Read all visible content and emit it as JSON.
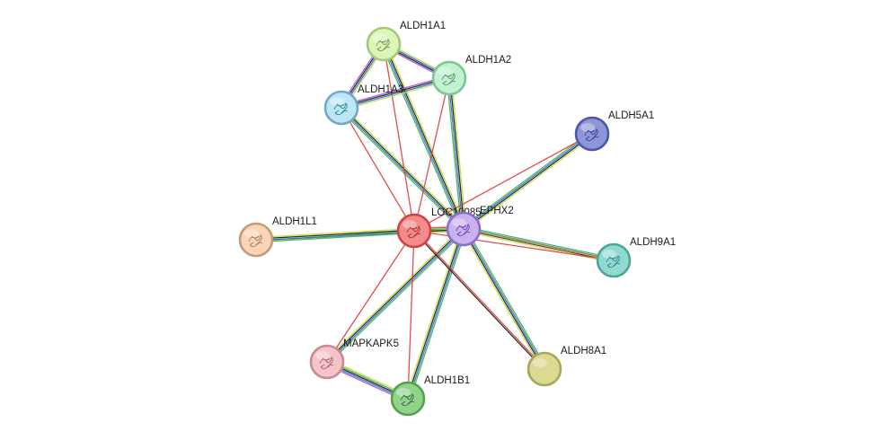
{
  "network": {
    "nodes": [
      {
        "id": "LOC100859",
        "label": "LOC10085",
        "fill": "#f28b8b",
        "stroke": "#cc4444",
        "glyph": "#a83232"
      },
      {
        "id": "EPHX2",
        "label": "EPHX2",
        "fill": "#c8b2ef",
        "stroke": "#8f6cc8",
        "glyph": "#6c41b8"
      },
      {
        "id": "ALDH1A1",
        "label": "ALDH1A1",
        "fill": "#dcf5b8",
        "stroke": "#a5c97a",
        "glyph": "#7a8f55"
      },
      {
        "id": "ALDH1A2",
        "label": "ALDH1A2",
        "fill": "#c2f2d2",
        "stroke": "#7cc695",
        "glyph": "#4f9a6a"
      },
      {
        "id": "ALDH1A3",
        "label": "ALDH1A3",
        "fill": "#bfe6f7",
        "stroke": "#73a8c6",
        "glyph": "#1f8f7a"
      },
      {
        "id": "ALDH5A1",
        "label": "ALDH5A1",
        "fill": "#8f95d9",
        "stroke": "#4e57a8",
        "glyph": "#3b3f9a"
      },
      {
        "id": "ALDH1L1",
        "label": "ALDH1L1",
        "fill": "#f8d5b6",
        "stroke": "#c39b78",
        "glyph": "#b07a60"
      },
      {
        "id": "ALDH9A1",
        "label": "ALDH9A1",
        "fill": "#8fdbcf",
        "stroke": "#4fa597",
        "glyph": "#3a7f98"
      },
      {
        "id": "MAPKAPK5",
        "label": "MAPKAPK5",
        "fill": "#f6c3c8",
        "stroke": "#c48c92",
        "glyph": "#a8647a"
      },
      {
        "id": "ALDH1B1",
        "label": "ALDH1B1",
        "fill": "#8fd48a",
        "stroke": "#57a052",
        "glyph": "#3f6a44"
      },
      {
        "id": "ALDH8A1",
        "label": "ALDH8A1",
        "fill": "#dcd993",
        "stroke": "#a8a55c",
        "glyph": null
      }
    ],
    "edges": [
      {
        "from": "EPHX2",
        "to": "ALDH1A1",
        "colors": [
          "#3cb043",
          "#2a6fd1",
          "#1a1a1a",
          "#c6d93a"
        ]
      },
      {
        "from": "EPHX2",
        "to": "ALDH1A2",
        "colors": [
          "#3cb043",
          "#2a6fd1",
          "#1a1a1a",
          "#c6d93a"
        ]
      },
      {
        "from": "EPHX2",
        "to": "ALDH1A3",
        "colors": [
          "#3cb043",
          "#2a6fd1",
          "#1a1a1a",
          "#c6d93a"
        ]
      },
      {
        "from": "EPHX2",
        "to": "ALDH5A1",
        "colors": [
          "#3cb043",
          "#2a6fd1",
          "#1a1a1a",
          "#c6d93a"
        ]
      },
      {
        "from": "EPHX2",
        "to": "ALDH9A1",
        "colors": [
          "#3cb043",
          "#2a6fd1",
          "#1a1a1a",
          "#c6d93a"
        ]
      },
      {
        "from": "EPHX2",
        "to": "ALDH8A1",
        "colors": [
          "#3cb043",
          "#2a6fd1",
          "#1a1a1a",
          "#c6d93a"
        ]
      },
      {
        "from": "EPHX2",
        "to": "ALDH1B1",
        "colors": [
          "#3cb043",
          "#2a6fd1",
          "#1a1a1a",
          "#c6d93a"
        ]
      },
      {
        "from": "EPHX2",
        "to": "MAPKAPK5",
        "colors": [
          "#3cb043",
          "#2a6fd1",
          "#1a1a1a",
          "#c6d93a"
        ]
      },
      {
        "from": "EPHX2",
        "to": "ALDH1L1",
        "colors": [
          "#3cb043",
          "#c6d93a"
        ]
      },
      {
        "from": "LOC100859",
        "to": "ALDH1L1",
        "colors": [
          "#3cb043",
          "#2a6fd1",
          "#1a1a1a",
          "#c6d93a"
        ]
      },
      {
        "from": "LOC100859",
        "to": "EPHX2",
        "colors": [
          "#e03a3a",
          "#3cb043",
          "#1a1a1a",
          "#c6d93a"
        ]
      },
      {
        "from": "LOC100859",
        "to": "ALDH1A1",
        "colors": [
          "#e03a3a"
        ]
      },
      {
        "from": "LOC100859",
        "to": "ALDH1A2",
        "colors": [
          "#e03a3a"
        ]
      },
      {
        "from": "LOC100859",
        "to": "ALDH1A3",
        "colors": [
          "#e03a3a"
        ]
      },
      {
        "from": "LOC100859",
        "to": "ALDH5A1",
        "colors": [
          "#e03a3a"
        ]
      },
      {
        "from": "LOC100859",
        "to": "ALDH9A1",
        "colors": [
          "#e03a3a"
        ]
      },
      {
        "from": "LOC100859",
        "to": "ALDH8A1",
        "colors": [
          "#e03a3a",
          "#1a1a1a"
        ]
      },
      {
        "from": "LOC100859",
        "to": "MAPKAPK5",
        "colors": [
          "#e03a3a"
        ]
      },
      {
        "from": "LOC100859",
        "to": "ALDH1B1",
        "colors": [
          "#e03a3a"
        ]
      },
      {
        "from": "ALDH1A1",
        "to": "ALDH1A2",
        "colors": [
          "#c6d93a",
          "#2a6fd1",
          "#1a1a1a",
          "#b04bd9"
        ]
      },
      {
        "from": "ALDH1A1",
        "to": "ALDH1A3",
        "colors": [
          "#c6d93a",
          "#2a6fd1",
          "#1a1a1a",
          "#b04bd9"
        ]
      },
      {
        "from": "ALDH1A2",
        "to": "ALDH1A3",
        "colors": [
          "#c6d93a",
          "#2a6fd1",
          "#1a1a1a",
          "#b04bd9"
        ]
      },
      {
        "from": "MAPKAPK5",
        "to": "ALDH1B1",
        "colors": [
          "#c6d93a",
          "#3cb043",
          "#1a1a1a",
          "#2a6fd1",
          "#b04bd9"
        ]
      },
      {
        "from": "EPHX2",
        "to": "ALDH9A1",
        "colors": [
          "#e0a030"
        ]
      }
    ]
  }
}
